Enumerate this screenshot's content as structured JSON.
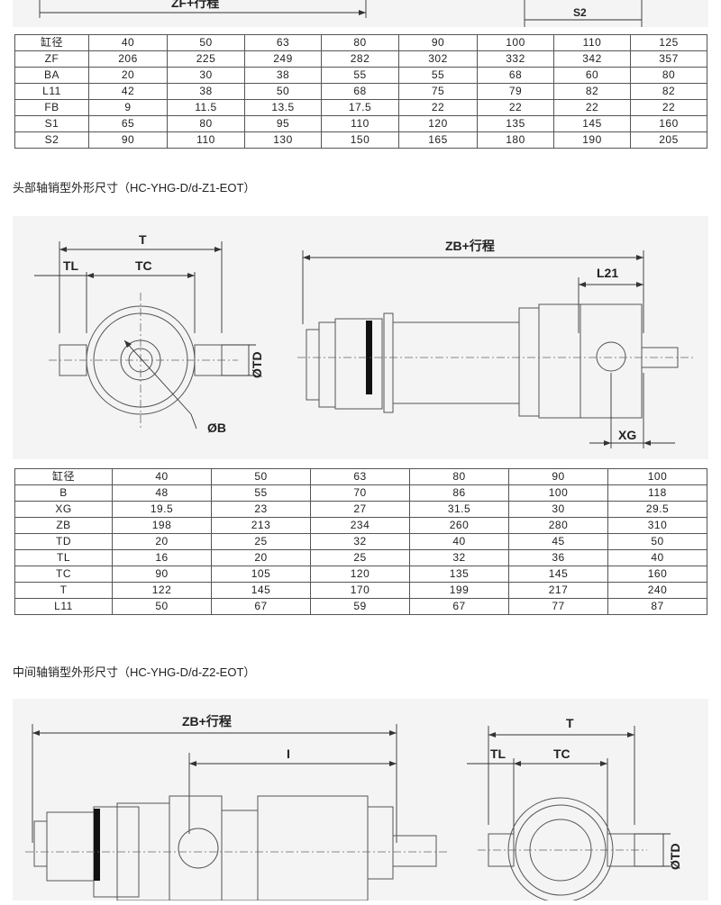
{
  "top_drawing": {
    "label_zf": "ZF+行程",
    "label_s2": "S2"
  },
  "table1": {
    "rows": [
      [
        "缸径",
        "40",
        "50",
        "63",
        "80",
        "90",
        "100",
        "110",
        "125"
      ],
      [
        "ZF",
        "206",
        "225",
        "249",
        "282",
        "302",
        "332",
        "342",
        "357"
      ],
      [
        "BA",
        "20",
        "30",
        "38",
        "55",
        "55",
        "68",
        "60",
        "80"
      ],
      [
        "L11",
        "42",
        "38",
        "50",
        "68",
        "75",
        "79",
        "82",
        "82"
      ],
      [
        "FB",
        "9",
        "11.5",
        "13.5",
        "17.5",
        "22",
        "22",
        "22",
        "22"
      ],
      [
        "S1",
        "65",
        "80",
        "95",
        "110",
        "120",
        "135",
        "145",
        "160"
      ],
      [
        "S2",
        "90",
        "110",
        "130",
        "150",
        "165",
        "180",
        "190",
        "205"
      ]
    ]
  },
  "section2": {
    "caption": "头部轴销型外形尺寸（HC-YHG-D/d-Z1-EOT）",
    "labels": {
      "t": "T",
      "tl": "TL",
      "tc": "TC",
      "td": "ØTD",
      "b": "ØB",
      "zb": "ZB+行程",
      "l21": "L21",
      "xg": "XG"
    }
  },
  "table2": {
    "rows": [
      [
        "缸径",
        "40",
        "50",
        "63",
        "80",
        "90",
        "100"
      ],
      [
        "B",
        "48",
        "55",
        "70",
        "86",
        "100",
        "118"
      ],
      [
        "XG",
        "19.5",
        "23",
        "27",
        "31.5",
        "30",
        "29.5"
      ],
      [
        "ZB",
        "198",
        "213",
        "234",
        "260",
        "280",
        "310"
      ],
      [
        "TD",
        "20",
        "25",
        "32",
        "40",
        "45",
        "50"
      ],
      [
        "TL",
        "16",
        "20",
        "25",
        "32",
        "36",
        "40"
      ],
      [
        "TC",
        "90",
        "105",
        "120",
        "135",
        "145",
        "160"
      ],
      [
        "T",
        "122",
        "145",
        "170",
        "199",
        "217",
        "240"
      ],
      [
        "L11",
        "50",
        "67",
        "59",
        "67",
        "77",
        "87"
      ]
    ]
  },
  "section3": {
    "caption": "中间轴销型外形尺寸（HC-YHG-D/d-Z2-EOT）",
    "labels": {
      "zb": "ZB+行程",
      "i": "I",
      "t": "T",
      "tl": "TL",
      "tc": "TC",
      "td": "ØTD"
    }
  }
}
